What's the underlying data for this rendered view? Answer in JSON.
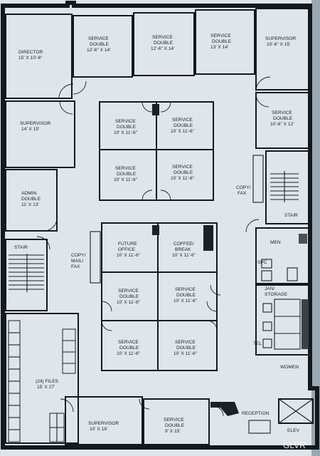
{
  "rooms": {
    "director": [
      "DIRECTOR",
      "15' X 10'-6\""
    ],
    "svc1": [
      "SERVICE",
      "DOUBLE",
      "12'-6\" X 14'"
    ],
    "svc2": [
      "SERVICE",
      "DOUBLE",
      "12'-6\" X 14'"
    ],
    "svc3": [
      "SERVICE",
      "DOUBLE",
      "13' X 14'"
    ],
    "supervisor_tr": [
      "SUPERVISOR",
      "10'-6\" X 15'"
    ],
    "supervisor_l": [
      "SUPERVISOR",
      "14' X 15'"
    ],
    "svc_right": [
      "SERVICE",
      "DOUBLE",
      "10'-6\" X 12'"
    ],
    "core1": [
      "SERVICE",
      "DOUBLE",
      "10' X 11'-6\""
    ],
    "core2": [
      "SERVICE",
      "DOUBLE",
      "10' X 11'-6\""
    ],
    "core3": [
      "SERVICE",
      "DOUBLE",
      "10' X 11'-6\""
    ],
    "core4": [
      "SERVICE",
      "DOUBLE",
      "10' X 11'-6\""
    ],
    "admin": [
      "ADMIN",
      "DOUBLE",
      "11' X 13'"
    ],
    "copyfax": [
      "COPY/",
      "FAX"
    ],
    "stair_r": [
      "STAIR"
    ],
    "stair_l": [
      "STAIR"
    ],
    "future": [
      "FUTURE",
      "OFFICE",
      "10' X 11'-6\""
    ],
    "coffee": [
      "COFFEE/",
      "BREAK",
      "10' X 11'-6\""
    ],
    "copymail": [
      "COPY/",
      "MAIL/",
      "FAX"
    ],
    "men": [
      "MEN"
    ],
    "jan": [
      "JAN/",
      "STORAGE"
    ],
    "c5": [
      "SERVICE",
      "DOUBLE",
      "10' X 11'-6\""
    ],
    "c6": [
      "SERVICE",
      "DOUBLE",
      "10' X 11'-6\""
    ],
    "c7": [
      "SERVICE",
      "DOUBLE",
      "10' X 11'-6\""
    ],
    "c8": [
      "SERVICE",
      "DOUBLE",
      "10' X 11'-6\""
    ],
    "files": [
      "(24) FILES",
      "15' X 27'"
    ],
    "women": [
      "WOMEN"
    ],
    "supervisor_b": [
      "SUPERVISOR",
      "10' X 16'"
    ],
    "svc_b": [
      "SERVICE",
      "DOUBLE",
      "9' X 15'"
    ],
    "reception": [
      "RECEPTION"
    ],
    "elev": [
      "ELEV"
    ]
  },
  "small_labels": {
    "spc": "SPC",
    "tel": "TEL"
  },
  "watermark": "GLVR"
}
